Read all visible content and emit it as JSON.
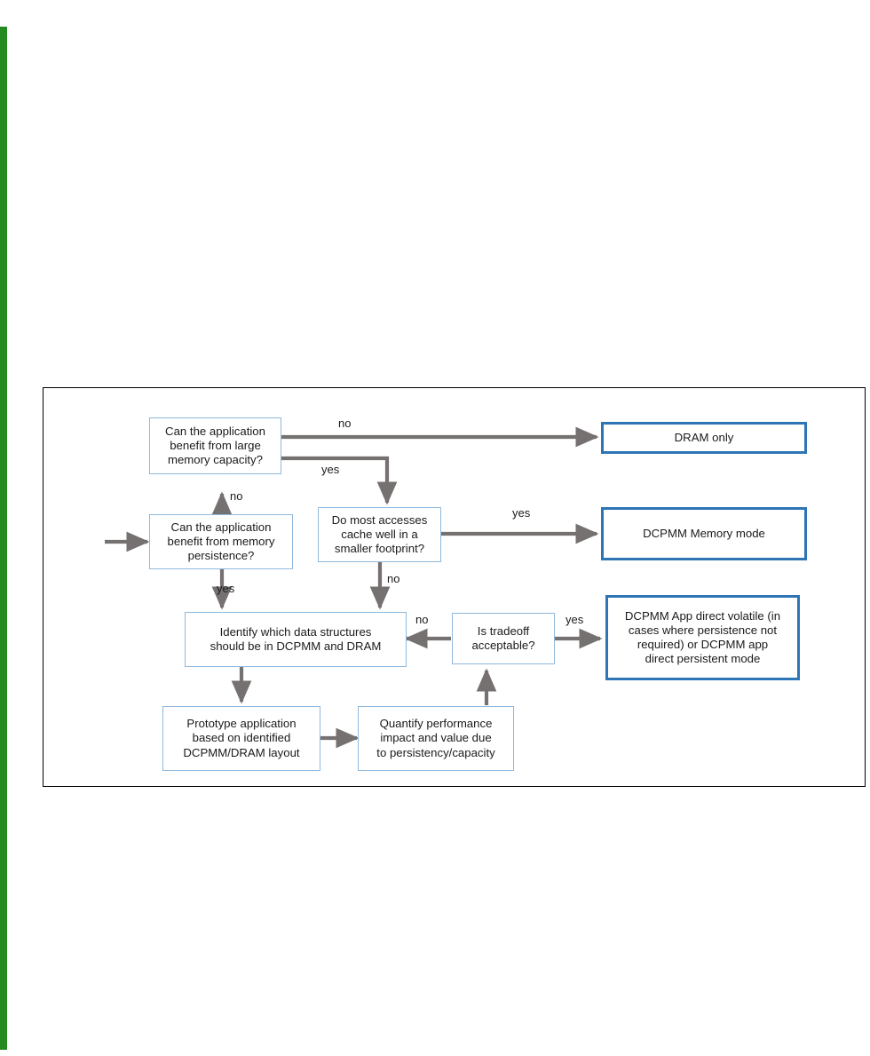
{
  "figure": {
    "accent_green": "#258A21",
    "frame_color": "#000000",
    "thin_box_border": "#8FB9DD",
    "thick_box_border": "#2E75B6",
    "arrow_color": "#767171",
    "nodes": {
      "n1": "Can the application\nbenefit from large\nmemory capacity?",
      "n2": "Can the application\nbenefit from memory\npersistence?",
      "n3": "Do most accesses\ncache well in a\nsmaller footprint?",
      "n4": "Identify which data structures\nshould be in DCPMM and DRAM",
      "n5": "Prototype application\nbased on identified\nDCPMM/DRAM layout",
      "n6": "Quantify performance\nimpact and value due\nto persistency/capacity",
      "n7": "Is tradeoff\nacceptable?",
      "r1": "DRAM only",
      "r2": "DCPMM Memory mode",
      "r3": "DCPMM App direct volatile (in\ncases where persistence not\nrequired) or DCPMM app\ndirect persistent mode"
    },
    "edge_labels": {
      "e1": "no",
      "e2": "yes",
      "e3": "no",
      "e4": "yes",
      "e5": "yes",
      "e6": "no",
      "e7": "no",
      "e8": "yes"
    }
  }
}
